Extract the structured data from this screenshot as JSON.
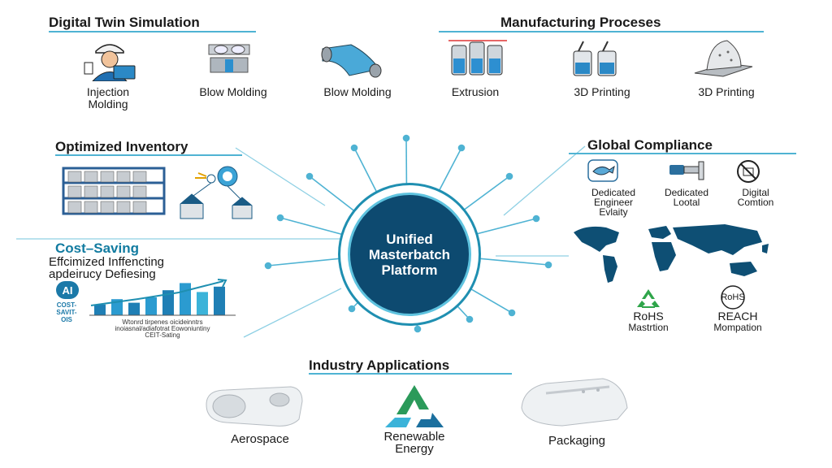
{
  "hub": {
    "title": "Unified\nMasterbatch\nPlatform"
  },
  "digital_twin": {
    "title": "Digital Twin Simulation",
    "items": [
      {
        "label": "Injection\nMolding",
        "icon": "engineer-laptop-icon"
      },
      {
        "label": "Blow Molding",
        "icon": "mold-press-icon"
      },
      {
        "label": "Blow Molding",
        "icon": "film-roller-icon"
      }
    ]
  },
  "manufacturing": {
    "title": "Manufacturing Proceses",
    "items": [
      {
        "label": "Extrusion",
        "icon": "extruder-tanks-icon"
      },
      {
        "label": "3D Printing",
        "icon": "printer-nozzles-icon"
      },
      {
        "label": "3D Printing",
        "icon": "printed-part-icon"
      }
    ]
  },
  "inventory": {
    "title": "Optimized Inventory"
  },
  "compliance": {
    "title": "Global Compliance",
    "items": [
      {
        "label": "Dedicated\nEngineer\nEvlaity",
        "icon": "fish-badge-icon"
      },
      {
        "label": "Dedicated\nLootal",
        "icon": "faucet-icon"
      },
      {
        "label": "Digital\nComtion",
        "icon": "prohibited-icon"
      }
    ],
    "certs": [
      {
        "title": "RoHS",
        "sub": "Mastrtion",
        "icon": "recycle-icon"
      },
      {
        "title": "REACH",
        "sub": "Mompation",
        "icon": "rohs-badge-icon",
        "badge": "RoHS"
      }
    ]
  },
  "cost": {
    "title": "Cost–Saving",
    "line1": "Effcimized Inffencting",
    "line2": "apdeiruсy Defiesing",
    "badge": "AI",
    "small_left": "COST-\nSAVIT-\nOIS",
    "footnote1": "Wtonrd tirpenes oicideinntrs",
    "footnote2": "inoiasnal/adiafotrat Eowoniuntiny",
    "footnote3": "CEIT-Sating",
    "bars": [
      0.3,
      0.45,
      0.35,
      0.5,
      0.7,
      0.9,
      0.65,
      0.8
    ]
  },
  "industry": {
    "title": "Industry Applications",
    "items": [
      {
        "label": "Aerospace",
        "icon": "aerospace-part-icon"
      },
      {
        "label": "Renewable\nEnergy",
        "icon": "renewable-logo-icon"
      },
      {
        "label": "Packaging",
        "icon": "packaging-part-icon"
      }
    ]
  },
  "colors": {
    "accent": "#4fb3d3",
    "hub_dark": "#0d4a70",
    "map": "#0e4f74"
  }
}
